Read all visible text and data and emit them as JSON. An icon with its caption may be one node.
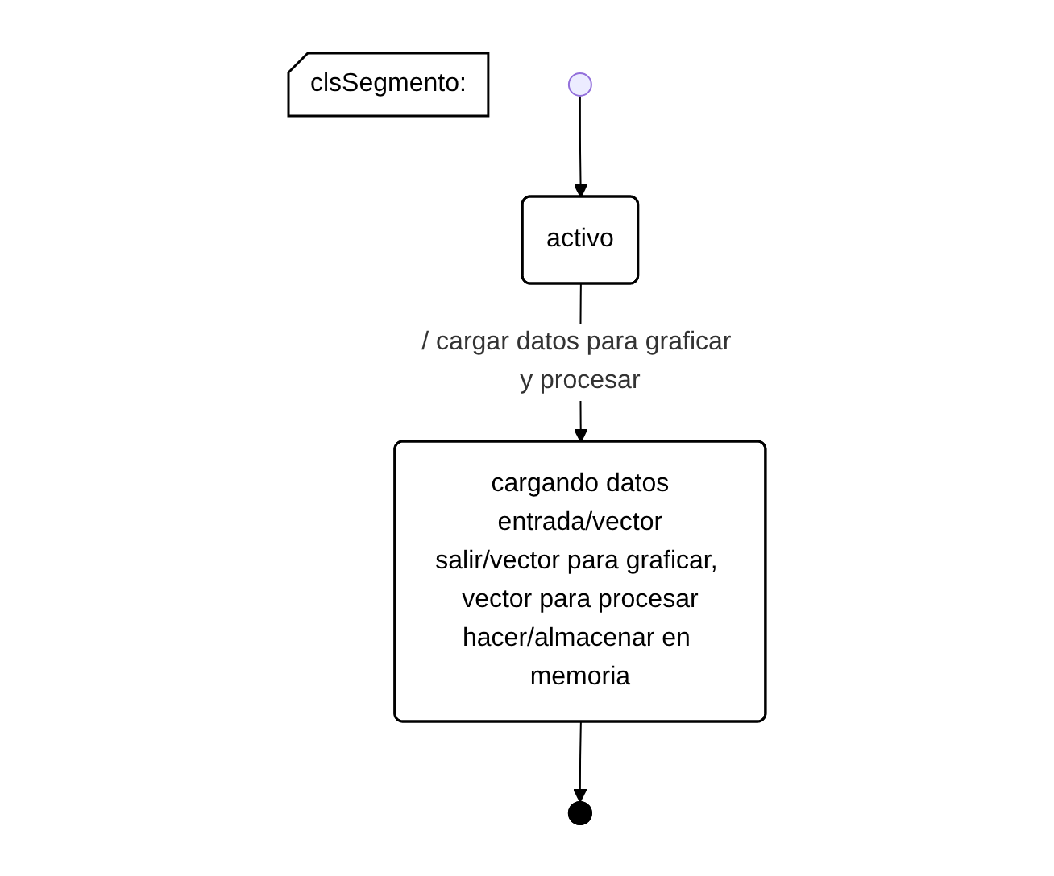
{
  "diagram": {
    "nodes": [
      {
        "text": [
          "clsSegmento:"
        ]
      },
      {
        "text": [],
        "shape": "circle"
      },
      {
        "text": [
          "activo"
        ]
      },
      {
        "text": [
          "cargando datos",
          "entrada/vector",
          "salir/vector para graficar, vector para procesar",
          "hacer/almacenar en memoria"
        ]
      },
      {
        "text": [],
        "shape": "circle"
      }
    ],
    "edges": [
      {
        "from": 1,
        "to": 2,
        "arrow": "to"
      },
      {
        "from": 2,
        "to": 3,
        "arrow": "to",
        "label": "/ cargar datos para graficar y procesar"
      },
      {
        "from": 3,
        "to": 4,
        "arrow": "to"
      }
    ]
  }
}
